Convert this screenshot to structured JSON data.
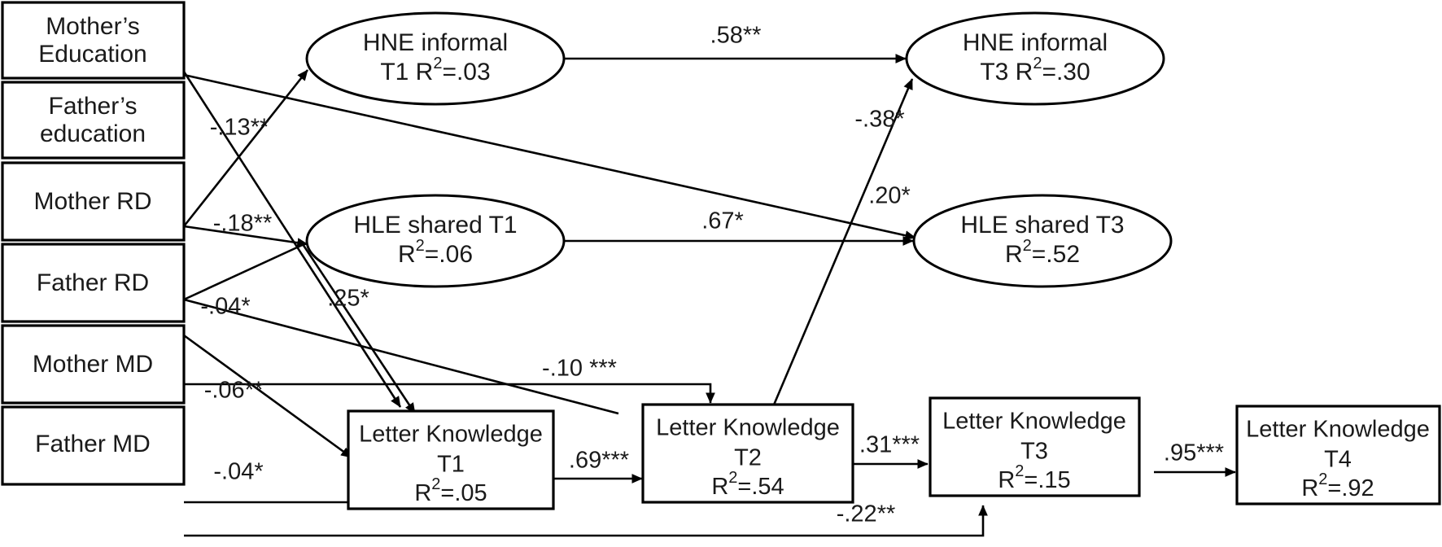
{
  "figure": {
    "type": "path-diagram",
    "title": "",
    "background_color": "#ffffff",
    "line_color": "#000000",
    "text_color": "#1a1a1a"
  },
  "predictors": [
    {
      "id": "mother-education",
      "label_line1": "Mother’s",
      "label_line2": "Education"
    },
    {
      "id": "father-education",
      "label_line1": "Father’s",
      "label_line2": "education"
    },
    {
      "id": "mother-rd",
      "label_line1": "Mother RD",
      "label_line2": ""
    },
    {
      "id": "father-rd",
      "label_line1": "Father RD",
      "label_line2": ""
    },
    {
      "id": "mother-md",
      "label_line1": "Mother MD",
      "label_line2": ""
    },
    {
      "id": "father-md",
      "label_line1": "Father MD",
      "label_line2": ""
    }
  ],
  "latent_nodes": [
    {
      "id": "hne-informal-t1",
      "line1": "HNE informal",
      "line2_pre": "T1 R",
      "line2_sup": "2",
      "line2_post": "=.03",
      "r2": ".03"
    },
    {
      "id": "hne-informal-t3",
      "line1": "HNE informal",
      "line2_pre": "T3 R",
      "line2_sup": "2",
      "line2_post": "=.30",
      "r2": ".30"
    },
    {
      "id": "hle-shared-t1",
      "line1": "HLE shared T1",
      "line2_pre": "R",
      "line2_sup": "2",
      "line2_post": "=.06",
      "r2": ".06"
    },
    {
      "id": "hle-shared-t3",
      "line1": "HLE shared T3",
      "line2_pre": "R",
      "line2_sup": "2",
      "line2_post": "=.52",
      "r2": ".52"
    }
  ],
  "outcome_nodes": [
    {
      "id": "letter-knowledge-t1",
      "line1": "Letter Knowledge",
      "line2": "T1",
      "line3_pre": "R",
      "line3_sup": "2",
      "line3_post": "=.05",
      "r2": ".05"
    },
    {
      "id": "letter-knowledge-t2",
      "line1": "Letter Knowledge",
      "line2": "T2",
      "line3_pre": "R",
      "line3_sup": "2",
      "line3_post": "=.54",
      "r2": ".54"
    },
    {
      "id": "letter-knowledge-t3",
      "line1": "Letter Knowledge",
      "line2": "T3",
      "line3_pre": "R",
      "line3_sup": "2",
      "line3_post": "=.15",
      "r2": ".15"
    },
    {
      "id": "letter-knowledge-t4",
      "line1": "Letter Knowledge",
      "line2": "T4",
      "line3_pre": "R",
      "line3_sup": "2",
      "line3_post": "=.92",
      "r2": ".92"
    }
  ],
  "paths": [
    {
      "id": "path-mother-education-to-letter-knowledge-t1",
      "label": "-.13**",
      "from": "mother-education",
      "to": "letter-knowledge-t1",
      "value": -0.13,
      "sig": "**"
    },
    {
      "id": "path-mother-rd-to-hne-informal-t1",
      "label": "-.18**",
      "from": "mother-rd",
      "to": "hne-informal-t1",
      "value": -0.18,
      "sig": "**"
    },
    {
      "id": "path-mother-rd-to-letter-knowledge-t1",
      "label": ".25*",
      "from": "mother-rd",
      "to": "letter-knowledge-t1",
      "value": 0.25,
      "sig": "*"
    },
    {
      "id": "path-father-rd-to-letter-knowledge-t1-a",
      "label": "-.04*",
      "from": "father-rd",
      "to": "letter-knowledge-t1",
      "value": -0.04,
      "sig": "*"
    },
    {
      "id": "path-father-rd-to-letter-knowledge-t1-b",
      "label": "-.06**",
      "from": "father-rd",
      "to": "letter-knowledge-t1",
      "value": -0.06,
      "sig": "**"
    },
    {
      "id": "path-father-md-to-letter-knowledge-t1",
      "label": "-.04*",
      "from": "father-md",
      "to": "letter-knowledge-t1",
      "value": -0.04,
      "sig": "*"
    },
    {
      "id": "path-mother-md-to-letter-knowledge-t2",
      "label": "-.10 ***",
      "from": "mother-md",
      "to": "letter-knowledge-t2",
      "value": -0.1,
      "sig": "***"
    },
    {
      "id": "path-mother-education-to-hle-shared-t3",
      "label": ".20*",
      "from": "mother-education",
      "to": "hle-shared-t3",
      "value": 0.2,
      "sig": "*"
    },
    {
      "id": "path-hne-informal-t1-to-hne-informal-t3",
      "label": ".58**",
      "from": "hne-informal-t1",
      "to": "hne-informal-t3",
      "value": 0.58,
      "sig": "**"
    },
    {
      "id": "path-hle-shared-t1-to-hle-shared-t3",
      "label": ".67*",
      "from": "hle-shared-t1",
      "to": "hle-shared-t3",
      "value": 0.67,
      "sig": "*"
    },
    {
      "id": "path-letter-knowledge-t2-to-hne-informal-t3",
      "label": "-.38*",
      "from": "letter-knowledge-t2",
      "to": "hne-informal-t3",
      "value": -0.38,
      "sig": "*"
    },
    {
      "id": "path-letter-knowledge-t1-to-letter-knowledge-t2",
      "label": ".69***",
      "from": "letter-knowledge-t1",
      "to": "letter-knowledge-t2",
      "value": 0.69,
      "sig": "***"
    },
    {
      "id": "path-letter-knowledge-t2-to-letter-knowledge-t3",
      "label": ".31***",
      "from": "letter-knowledge-t2",
      "to": "letter-knowledge-t3",
      "value": 0.31,
      "sig": "***"
    },
    {
      "id": "path-letter-knowledge-t3-to-letter-knowledge-t4",
      "label": ".95***",
      "from": "letter-knowledge-t3",
      "to": "letter-knowledge-t4",
      "value": 0.95,
      "sig": "***"
    },
    {
      "id": "path-father-md-to-letter-knowledge-t3",
      "label": "-.22**",
      "from": "father-md",
      "to": "letter-knowledge-t3",
      "value": -0.22,
      "sig": "**"
    }
  ]
}
